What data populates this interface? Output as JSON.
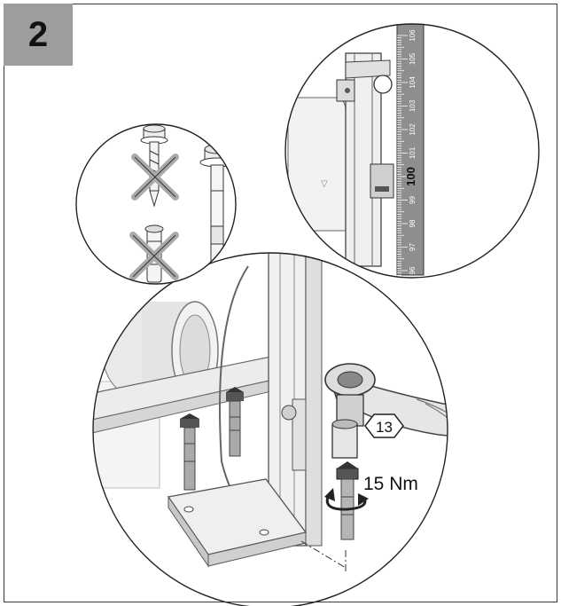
{
  "step": {
    "number": "2"
  },
  "annotations": {
    "wrench_size": "13",
    "torque": "15 Nm"
  },
  "scale": {
    "ticks": [
      "106",
      "105",
      "104",
      "103",
      "102",
      "101",
      "100",
      "99",
      "98",
      "97",
      "96"
    ]
  }
}
